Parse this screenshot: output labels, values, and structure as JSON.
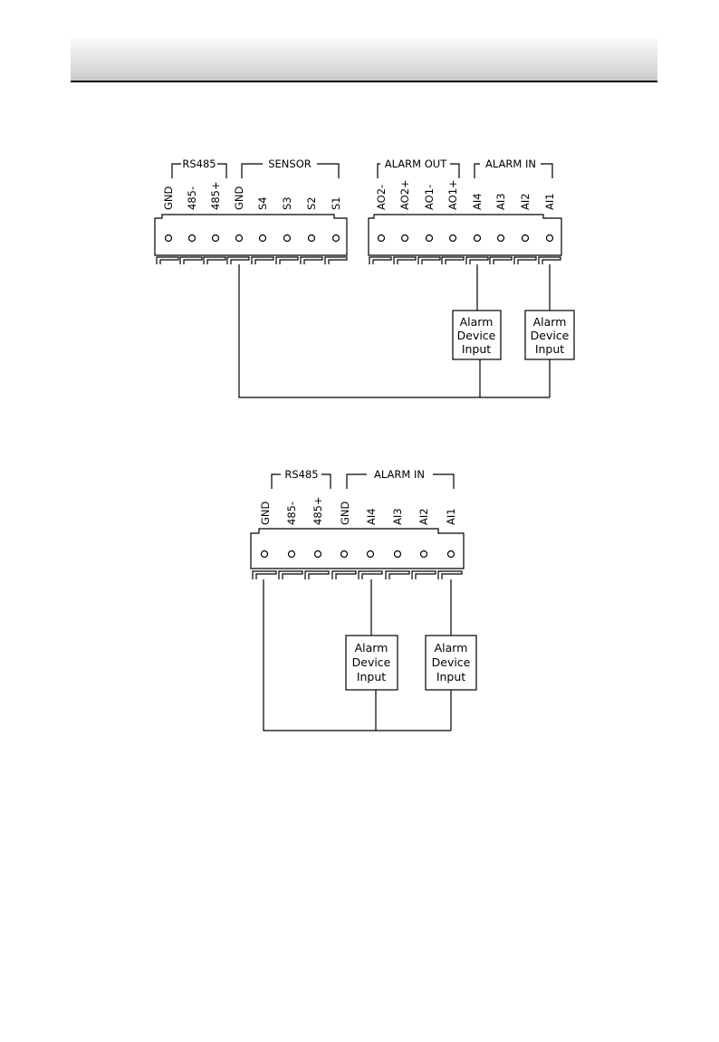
{
  "header": {
    "title": ""
  },
  "diagram_top": {
    "groups": [
      "RS485",
      "SENSOR",
      "ALARM OUT",
      "ALARM IN"
    ],
    "left_block_pins": [
      "GND",
      "485-",
      "485+",
      "GND",
      "S4",
      "S3",
      "S2",
      "S1"
    ],
    "right_block_pins": [
      "AO2-",
      "AO2+",
      "AO1-",
      "AO1+",
      "AI4",
      "AI3",
      "AI2",
      "AI1"
    ],
    "boxes": [
      {
        "lines": [
          "Alarm",
          "Device",
          "Input"
        ],
        "connects_to": "AI4"
      },
      {
        "lines": [
          "Alarm",
          "Device",
          "Input"
        ],
        "connects_to": "AI1"
      }
    ],
    "common_connection": "GND"
  },
  "diagram_bottom": {
    "groups": [
      "RS485",
      "ALARM IN"
    ],
    "pins": [
      "GND",
      "485-",
      "485+",
      "GND",
      "AI4",
      "AI3",
      "AI2",
      "AI1"
    ],
    "boxes": [
      {
        "lines": [
          "Alarm",
          "Device",
          "Input"
        ],
        "connects_to": "AI4"
      },
      {
        "lines": [
          "Alarm",
          "Device",
          "Input"
        ],
        "connects_to": "AI1"
      }
    ],
    "common_connection": "GND"
  }
}
